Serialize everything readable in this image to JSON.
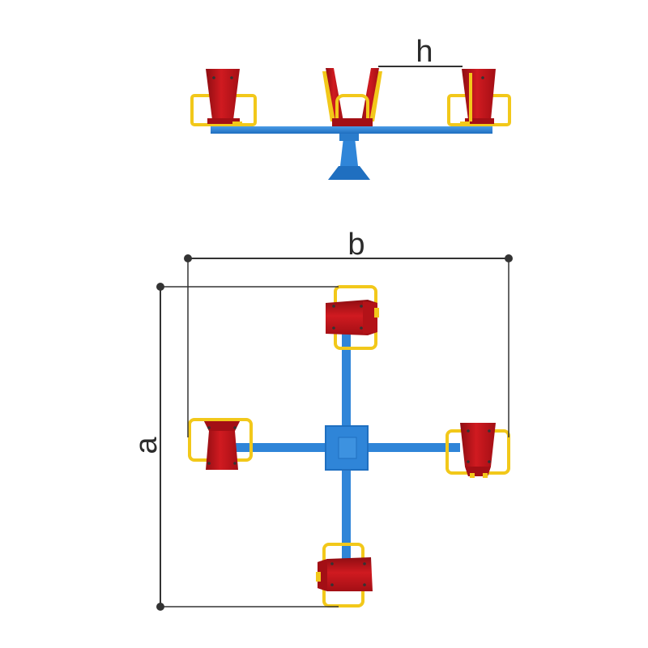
{
  "dimensions": {
    "height_label": "h",
    "width_label": "b",
    "length_label": "a"
  },
  "colors": {
    "beam": "#2f85d8",
    "beam_dark": "#1f6fc0",
    "seat": "#c8141a",
    "seat_dark": "#8e0d12",
    "handle": "#f2c81a",
    "handle_dark": "#c99a08",
    "dimension_line": "#333333"
  }
}
